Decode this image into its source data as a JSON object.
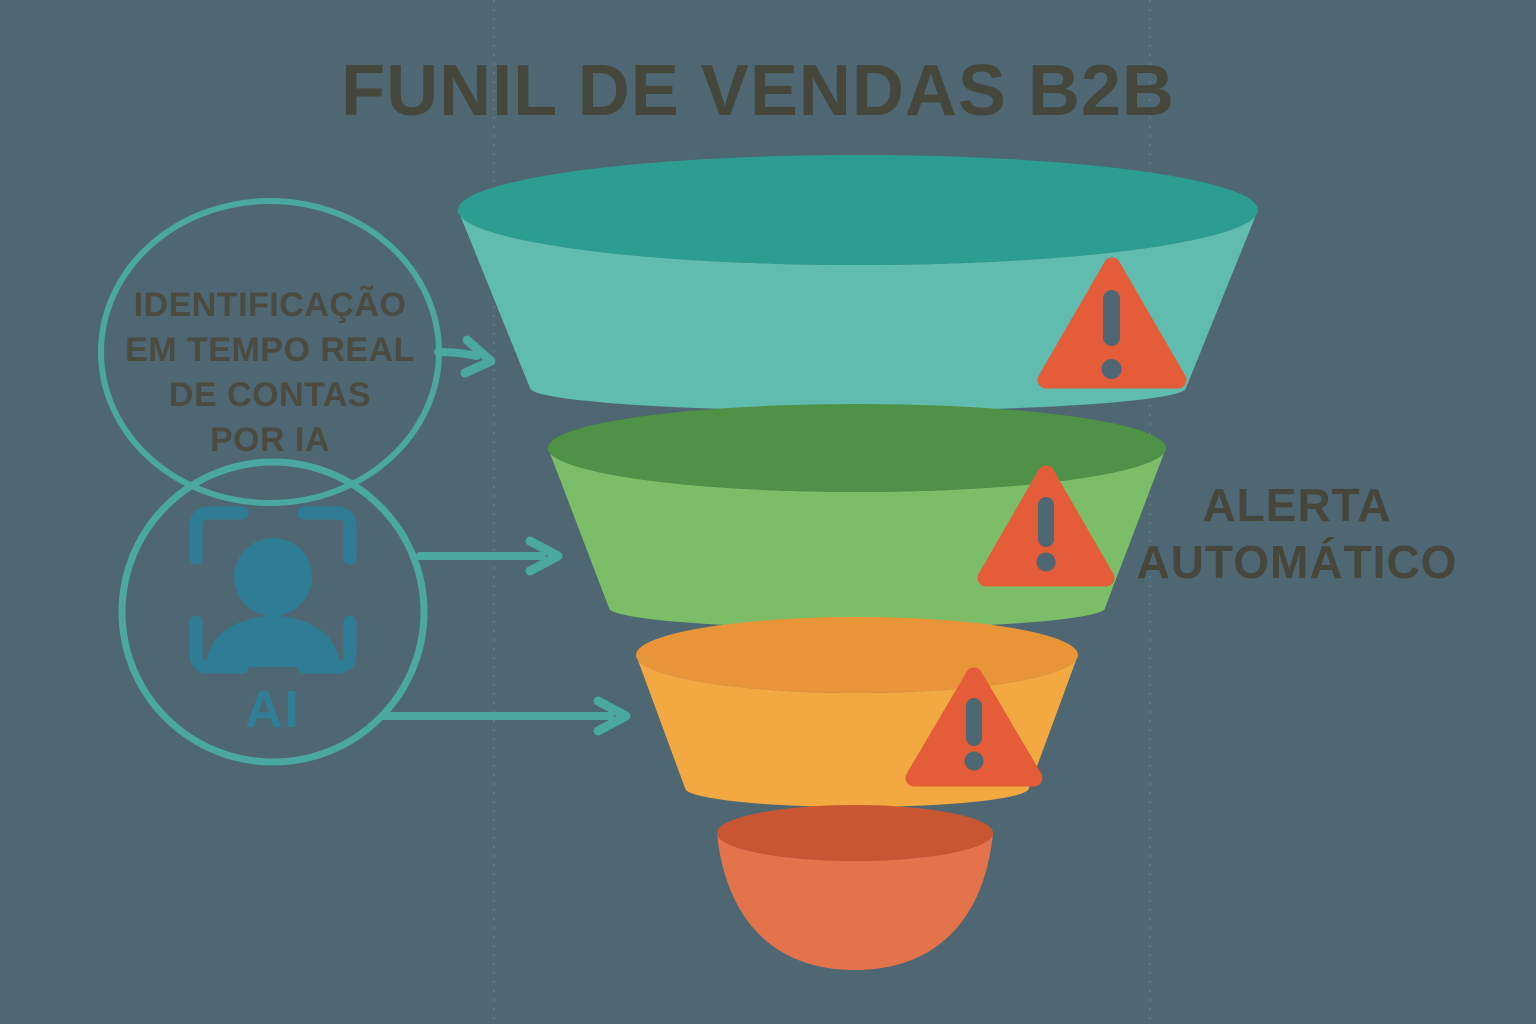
{
  "title": "FUNIL DE VENDAS B2B",
  "colors": {
    "background": "#4e6772",
    "title_text": "#45463c",
    "circle_text": "#4a4b41",
    "outline": "#4aa8a0",
    "ai_icon": "#2e7d95",
    "alert": "#e45c38"
  },
  "left_panel": {
    "info_circle": {
      "lines": [
        "IDENTIFICAÇÃO",
        "EM TEMPO REAL",
        "DE CONTAS",
        "POR IA"
      ]
    },
    "ai_circle": {
      "icon": "face-scan-icon",
      "label": "AI"
    }
  },
  "right_label": {
    "lines": [
      "ALERTA",
      "AUTOMÁTICO"
    ]
  },
  "chart_data": {
    "type": "funnel",
    "title": "FUNIL DE VENDAS B2B",
    "levels": [
      {
        "position": 1,
        "top_color": "#2d9d92",
        "body_color": "#5fbcae",
        "has_alert": true
      },
      {
        "position": 2,
        "top_color": "#4f9147",
        "body_color": "#7cbe67",
        "has_alert": true
      },
      {
        "position": 3,
        "top_color": "#e8953a",
        "body_color": "#f2a941",
        "has_alert": true
      },
      {
        "position": 4,
        "top_color": "#c85633",
        "body_color": "#e3734a",
        "has_alert": false
      }
    ],
    "annotations": [
      "IDENTIFICAÇÃO EM TEMPO REAL DE CONTAS POR IA",
      "ALERTA AUTOMÁTICO"
    ]
  }
}
